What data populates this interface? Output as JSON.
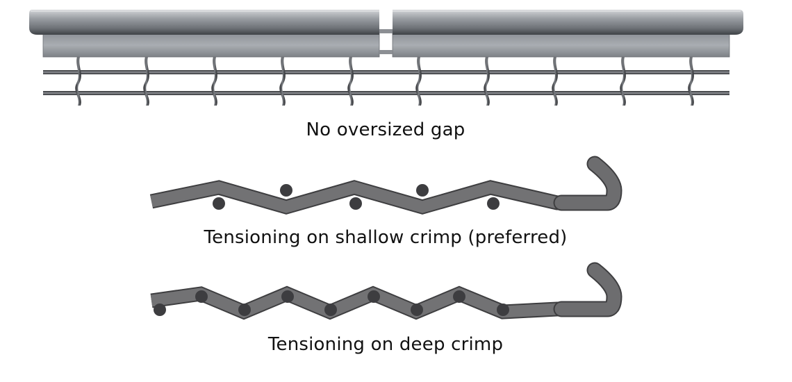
{
  "captions": {
    "top": "No oversized gap",
    "middle": "Tensioning on shallow crimp (preferred)",
    "bottom": "Tensioning on deep crimp"
  },
  "colors": {
    "wire": "#6e6e70",
    "wire_outline": "#3c3c3e",
    "crossbar": "#3d3d40",
    "hook": "#6a6a6c",
    "metal_light": "#b9bcc0",
    "metal_dark": "#5a5d62"
  },
  "icons": [
    "screen-rail-panel",
    "shallow-crimp-wire",
    "deep-crimp-wire",
    "hook-end"
  ]
}
